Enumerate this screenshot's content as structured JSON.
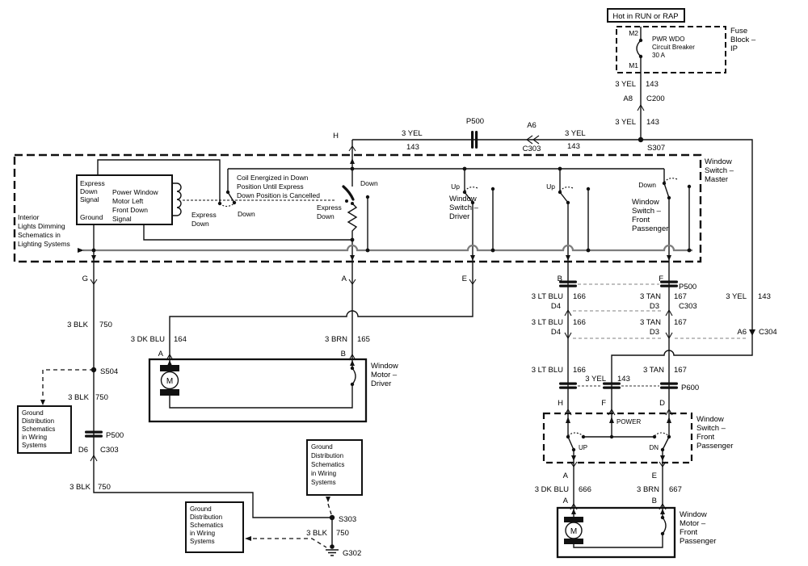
{
  "w": {
    "yel": "3 YEL",
    "n143": "143",
    "blk": "3 BLK",
    "n750": "750",
    "ltblu": "3 LT BLU",
    "n166": "166",
    "tan": "3 TAN",
    "n167": "167",
    "dkblu": "3 DK BLU",
    "n164": "164",
    "brn": "3 BRN",
    "n165": "165",
    "n666": "666",
    "n667": "667"
  },
  "conn": {
    "p500": "P500",
    "p600": "P600",
    "c200": "C200",
    "c303": "C303",
    "c304": "C304",
    "s307": "S307",
    "s504": "S504",
    "s303": "S303",
    "g302": "G302",
    "a6": "A6",
    "a8": "A8",
    "d3": "D3",
    "d4": "D4",
    "d6": "D6"
  },
  "pin": {
    "a": "A",
    "b": "B",
    "d": "D",
    "e": "E",
    "f": "F",
    "g": "G",
    "h": "H",
    "m1": "M1",
    "m2": "M2"
  },
  "sw": {
    "up": "Up",
    "down": "Down",
    "up_caps": "UP",
    "dn_caps": "DN",
    "power": "POWER",
    "motor": "M"
  },
  "texts": {
    "hot": "Hot in RUN or RAP",
    "fuse": [
      "Fuse",
      "Block –",
      "IP"
    ],
    "breaker": [
      "PWR WDO",
      "Circuit Breaker",
      "30 A"
    ],
    "master": [
      "Window",
      "Switch –",
      "Master"
    ],
    "coil_note": [
      "Coil Energized in Down",
      "Position Until Express",
      "Down Position is Cancelled"
    ],
    "express_down": [
      "Express",
      "Down"
    ],
    "module_left": [
      "Express",
      "Down",
      "Signal",
      "Ground"
    ],
    "module_right": [
      "Power Window",
      "Motor Left",
      "Front Down",
      "Signal"
    ],
    "interior": [
      "Interior",
      "Lights Dimming",
      "Schematics in",
      "Lighting Systems"
    ],
    "ws_driver": [
      "Window",
      "Switch –",
      "Driver"
    ],
    "ws_fp": [
      "Window",
      "Switch –",
      "Front",
      "Passenger"
    ],
    "wm_driver": [
      "Window",
      "Motor –",
      "Driver"
    ],
    "wm_fp": [
      "Window",
      "Motor –",
      "Front",
      "Passenger"
    ],
    "ground_ref": [
      "Ground",
      "Distribution",
      "Schematics",
      "in Wiring",
      "Systems"
    ]
  }
}
